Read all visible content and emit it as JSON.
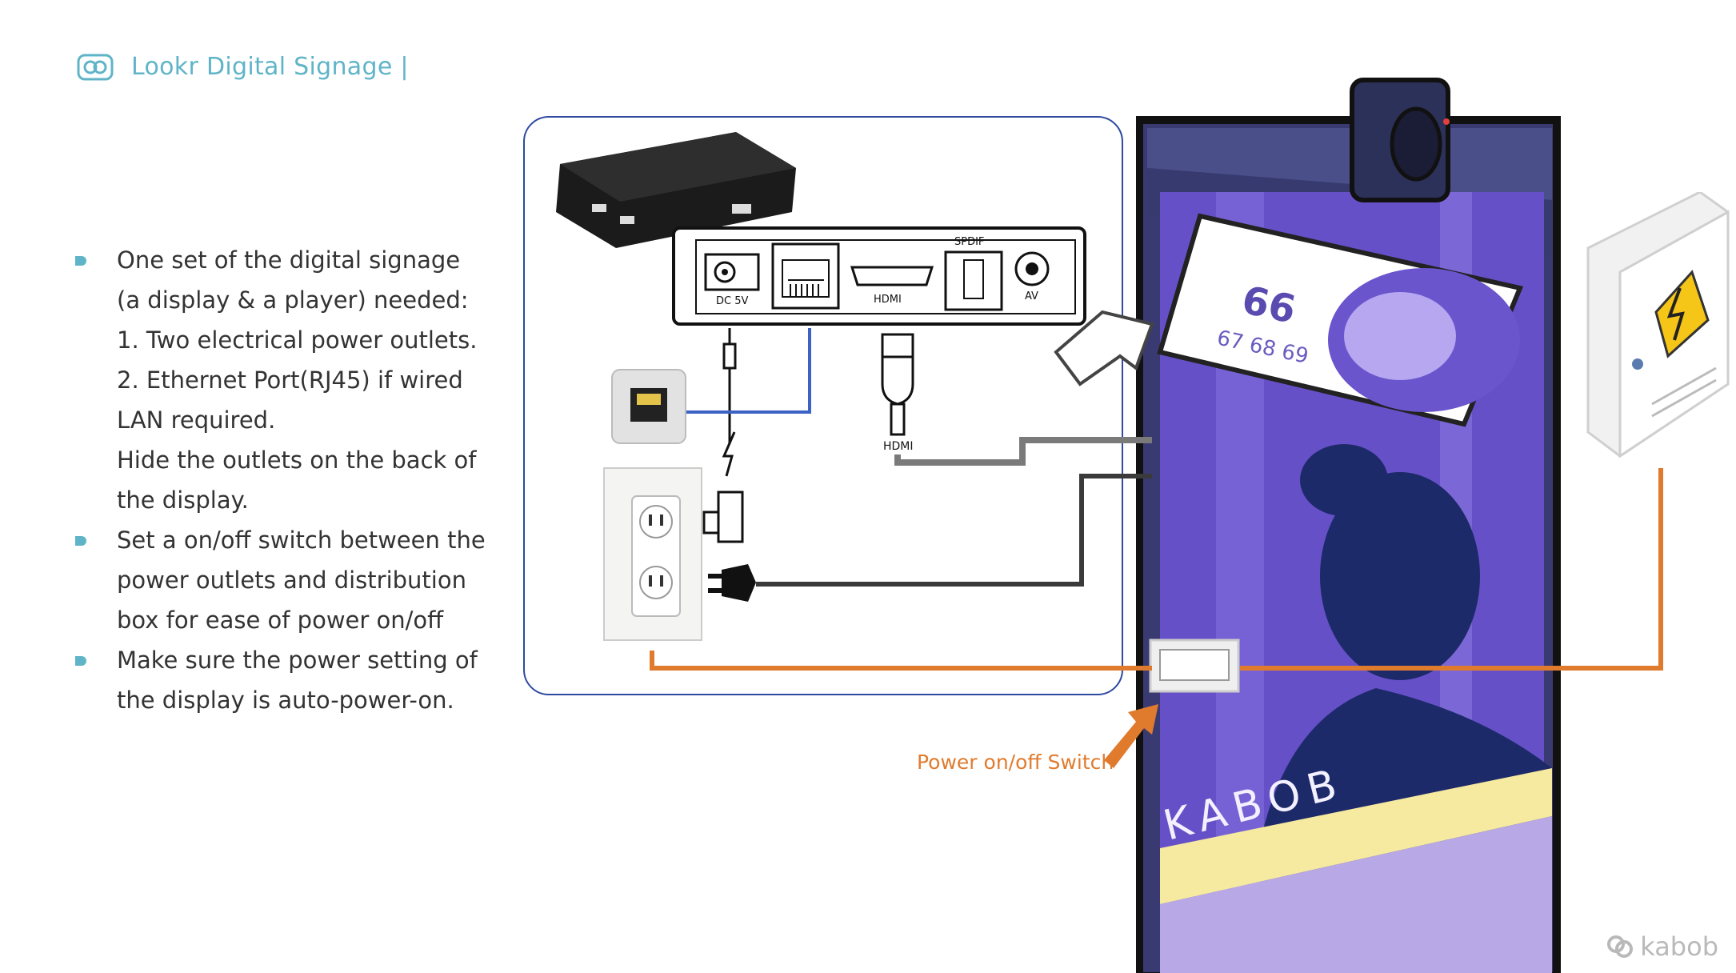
{
  "header": {
    "title": "Lookr Digital Signage |",
    "icon": "infinity-glasses-icon",
    "accent_color": "#5fb4c8"
  },
  "bullets": [
    {
      "lines": [
        "One set of the digital signage (a display & a player) needed:",
        "1. Two electrical power outlets.",
        "2. Ethernet Port(RJ45) if wired LAN required.",
        "Hide the outlets on the back of the display."
      ]
    },
    {
      "lines": [
        "Set a on/off switch between the power outlets and distribution box for ease of power on/off"
      ]
    },
    {
      "lines": [
        "Make sure the power setting of the display is auto-power-on."
      ]
    }
  ],
  "ports": {
    "dc": "DC 5V",
    "hdmi": "HDMI",
    "spdif": "SPDIF",
    "av": "AV"
  },
  "cable_hdmi_label": "HDMI",
  "switch_label": "Power on/off Switch",
  "signage": {
    "price_main": "66",
    "price_sub": "67 68 69",
    "poster_brand": "KABOB"
  },
  "footer": {
    "logo_text": "kabob"
  },
  "colors": {
    "orange_line": "#e07b2e",
    "blue_line": "#3b62c4",
    "diagram_border": "#2f4aa0",
    "display_purple": "#6650c8"
  }
}
